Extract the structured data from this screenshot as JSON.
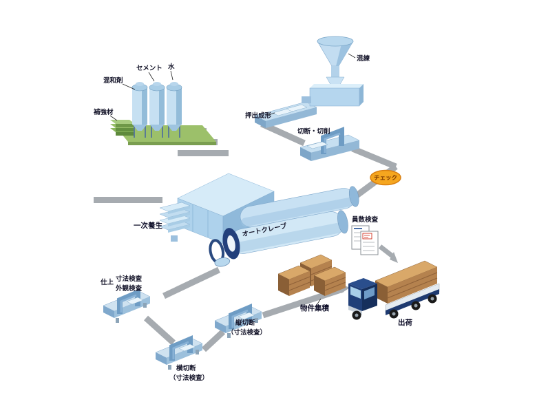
{
  "diagram": {
    "materials": {
      "admixture": "混和剤",
      "cement": "セメント",
      "water": "水",
      "reinforcement": "補強材"
    },
    "steps": {
      "mixing": "混練",
      "extrusion": "押出成形",
      "cutting": "切断・切削",
      "check": "チェック",
      "primary_curing": "一次養生",
      "autoclave": "オートクレーブ",
      "count_inspection": "員数検査",
      "stacking": "物件集積",
      "shipping": "出荷",
      "finishing": "仕上",
      "dimension_inspection": "寸法検査",
      "visual_inspection": "外観検査",
      "vertical_cut": "縦切断",
      "vertical_cut_note": "（寸法検査）",
      "horizontal_cut": "横切断",
      "horizontal_cut_note": "（寸法検査）"
    },
    "colors": {
      "conveyor_gray": "#a6abb0",
      "machine_light_blue": "#cde4f4",
      "machine_mid_blue": "#aed2ec",
      "machine_dark_blue": "#8fb9da",
      "navy": "#1e3a70",
      "accent_orange": "#f5a61f",
      "accent_orange_border": "#d97f10",
      "base_green": "#9cc06a",
      "panel_brown": "#b5824e",
      "label_text": "#15152a"
    }
  }
}
